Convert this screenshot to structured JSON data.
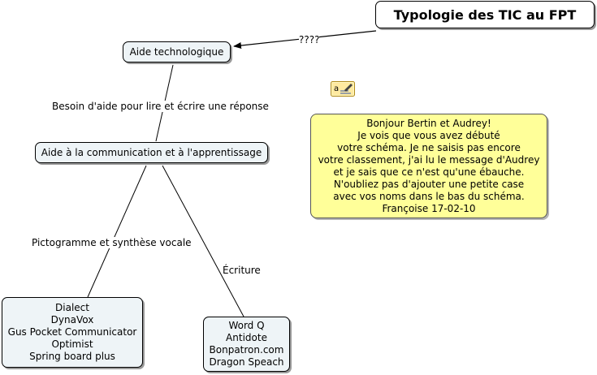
{
  "root": {
    "title": "Typologie des TIC au FPT"
  },
  "nodes": {
    "aide_technologique": "Aide technologique",
    "aide_communication": "Aide à la communication et à l'apprentissage",
    "pictogramme_list": [
      "Dialect",
      "DynaVox",
      "Gus Pocket Communicator",
      "Optimist",
      "Spring board plus"
    ],
    "ecriture_list": [
      "Word Q",
      "Antidote",
      "Bonpatron.com",
      "Dragon Speach"
    ]
  },
  "links": {
    "root_to_aide": "????",
    "besoin": "Besoin d'aide pour lire et écrire une réponse",
    "pictogramme": "Pictogramme et synthèse vocale",
    "ecriture": "Écriture"
  },
  "note": {
    "lines": [
      "Bonjour Bertin et Audrey!",
      "Je vois que vous avez débuté",
      "votre schéma. Je ne saisis pas encore",
      "votre classement, j'ai lu le message d'Audrey",
      "et je sais que ce n'est qu'une ébauche.",
      "N'oubliez pas d'ajouter une petite case",
      "avec vos noms dans le bas du schéma.",
      "Françoise 17-02-10"
    ],
    "icon": "note-edit-icon"
  },
  "colors": {
    "node_fill": "#eef4f7",
    "note_fill": "#ffff99",
    "root_fill": "#ffffff"
  }
}
